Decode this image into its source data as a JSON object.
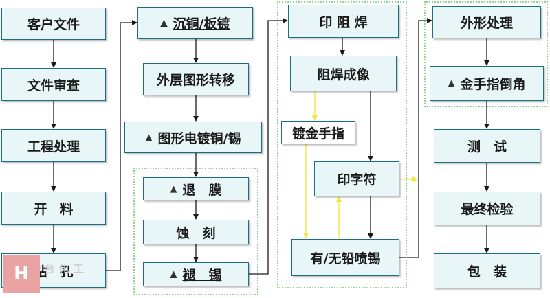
{
  "colors": {
    "box_fill": "#e8f6f8",
    "box_border": "#1b6f80",
    "arrow": "#1a1a1a",
    "alt_arrow": "#f2e63a",
    "group_border": "#8fd48f"
  },
  "logo": {
    "icon": "logo-h-icon",
    "text": "H"
  },
  "watermark": {
    "text": "台 化 工"
  },
  "diagram": {
    "nodes": [
      {
        "id": "customer_file",
        "label": "客户文件"
      },
      {
        "id": "file_review",
        "label": "文件审查"
      },
      {
        "id": "engineering",
        "label": "工程处理"
      },
      {
        "id": "cutting",
        "label": "开　料"
      },
      {
        "id": "drilling",
        "label": "钻　孔"
      },
      {
        "id": "pth",
        "label": "沉铜/板镀",
        "marker": "▲"
      },
      {
        "id": "outer_transfer",
        "label": "外层图形转移"
      },
      {
        "id": "pattern_plating",
        "label": "图形电镀铜/锡",
        "marker": "▲"
      },
      {
        "id": "strip_film",
        "label": "退　膜",
        "marker": "▲"
      },
      {
        "id": "etching",
        "label": "蚀　刻"
      },
      {
        "id": "strip_tin",
        "label": "褪　锡",
        "marker": "▲"
      },
      {
        "id": "solder_mask",
        "label": "印 阻 焊"
      },
      {
        "id": "mask_imaging",
        "label": "阻焊成像"
      },
      {
        "id": "gold_finger_plating",
        "label": "镀金手指"
      },
      {
        "id": "legend_print",
        "label": "印字符"
      },
      {
        "id": "hasl",
        "label": "有/无铅喷锡"
      },
      {
        "id": "profiling",
        "label": "外形处理"
      },
      {
        "id": "bevel",
        "label": "金手指倒角",
        "marker": "▲"
      },
      {
        "id": "test",
        "label": "测　试"
      },
      {
        "id": "final_inspection",
        "label": "最终检验"
      },
      {
        "id": "packing",
        "label": "包　装"
      }
    ],
    "edges": [
      {
        "from": "customer_file",
        "to": "file_review"
      },
      {
        "from": "file_review",
        "to": "engineering"
      },
      {
        "from": "engineering",
        "to": "cutting"
      },
      {
        "from": "cutting",
        "to": "drilling"
      },
      {
        "from": "drilling",
        "to": "pth"
      },
      {
        "from": "pth",
        "to": "outer_transfer"
      },
      {
        "from": "outer_transfer",
        "to": "pattern_plating"
      },
      {
        "from": "pattern_plating",
        "to": "strip_film"
      },
      {
        "from": "strip_film",
        "to": "etching"
      },
      {
        "from": "etching",
        "to": "strip_tin"
      },
      {
        "from": "strip_tin",
        "to": "solder_mask"
      },
      {
        "from": "solder_mask",
        "to": "mask_imaging"
      },
      {
        "from": "mask_imaging",
        "to": "legend_print"
      },
      {
        "from": "legend_print",
        "to": "hasl"
      },
      {
        "from": "mask_imaging",
        "to": "gold_finger_plating",
        "style": "alt"
      },
      {
        "from": "gold_finger_plating",
        "to": "hasl",
        "style": "alt"
      },
      {
        "from": "hasl",
        "to": "legend_print",
        "style": "alt"
      },
      {
        "from": "hasl",
        "to": "profiling"
      },
      {
        "from": "legend_print",
        "to": "profiling",
        "style": "alt"
      },
      {
        "from": "profiling",
        "to": "bevel"
      },
      {
        "from": "bevel",
        "to": "test"
      },
      {
        "from": "test",
        "to": "final_inspection"
      },
      {
        "from": "final_inspection",
        "to": "packing"
      }
    ]
  }
}
